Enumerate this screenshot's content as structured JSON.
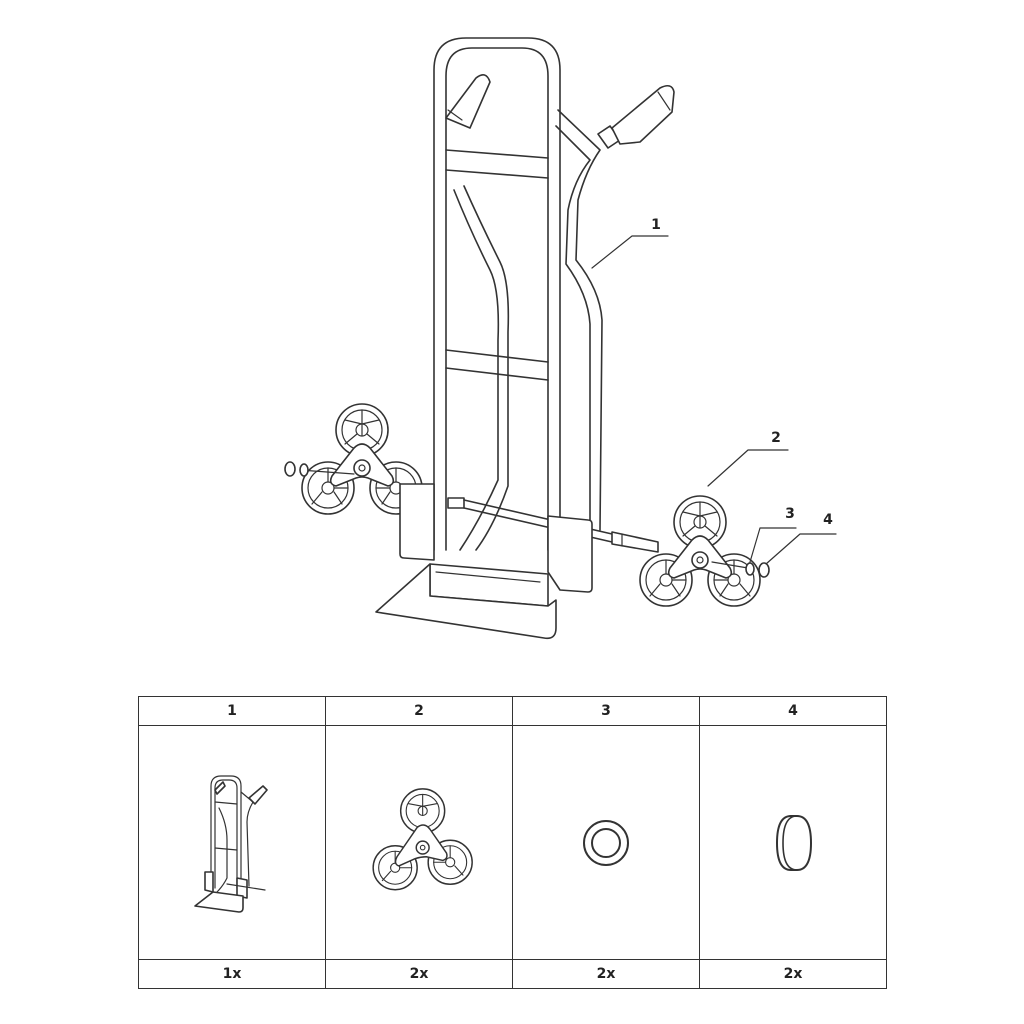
{
  "callouts": {
    "c1": "1",
    "c2": "2",
    "c3": "3",
    "c4": "4"
  },
  "table": {
    "headers": [
      "1",
      "2",
      "3",
      "4"
    ],
    "quantities": [
      "1x",
      "2x",
      "2x",
      "2x"
    ]
  }
}
